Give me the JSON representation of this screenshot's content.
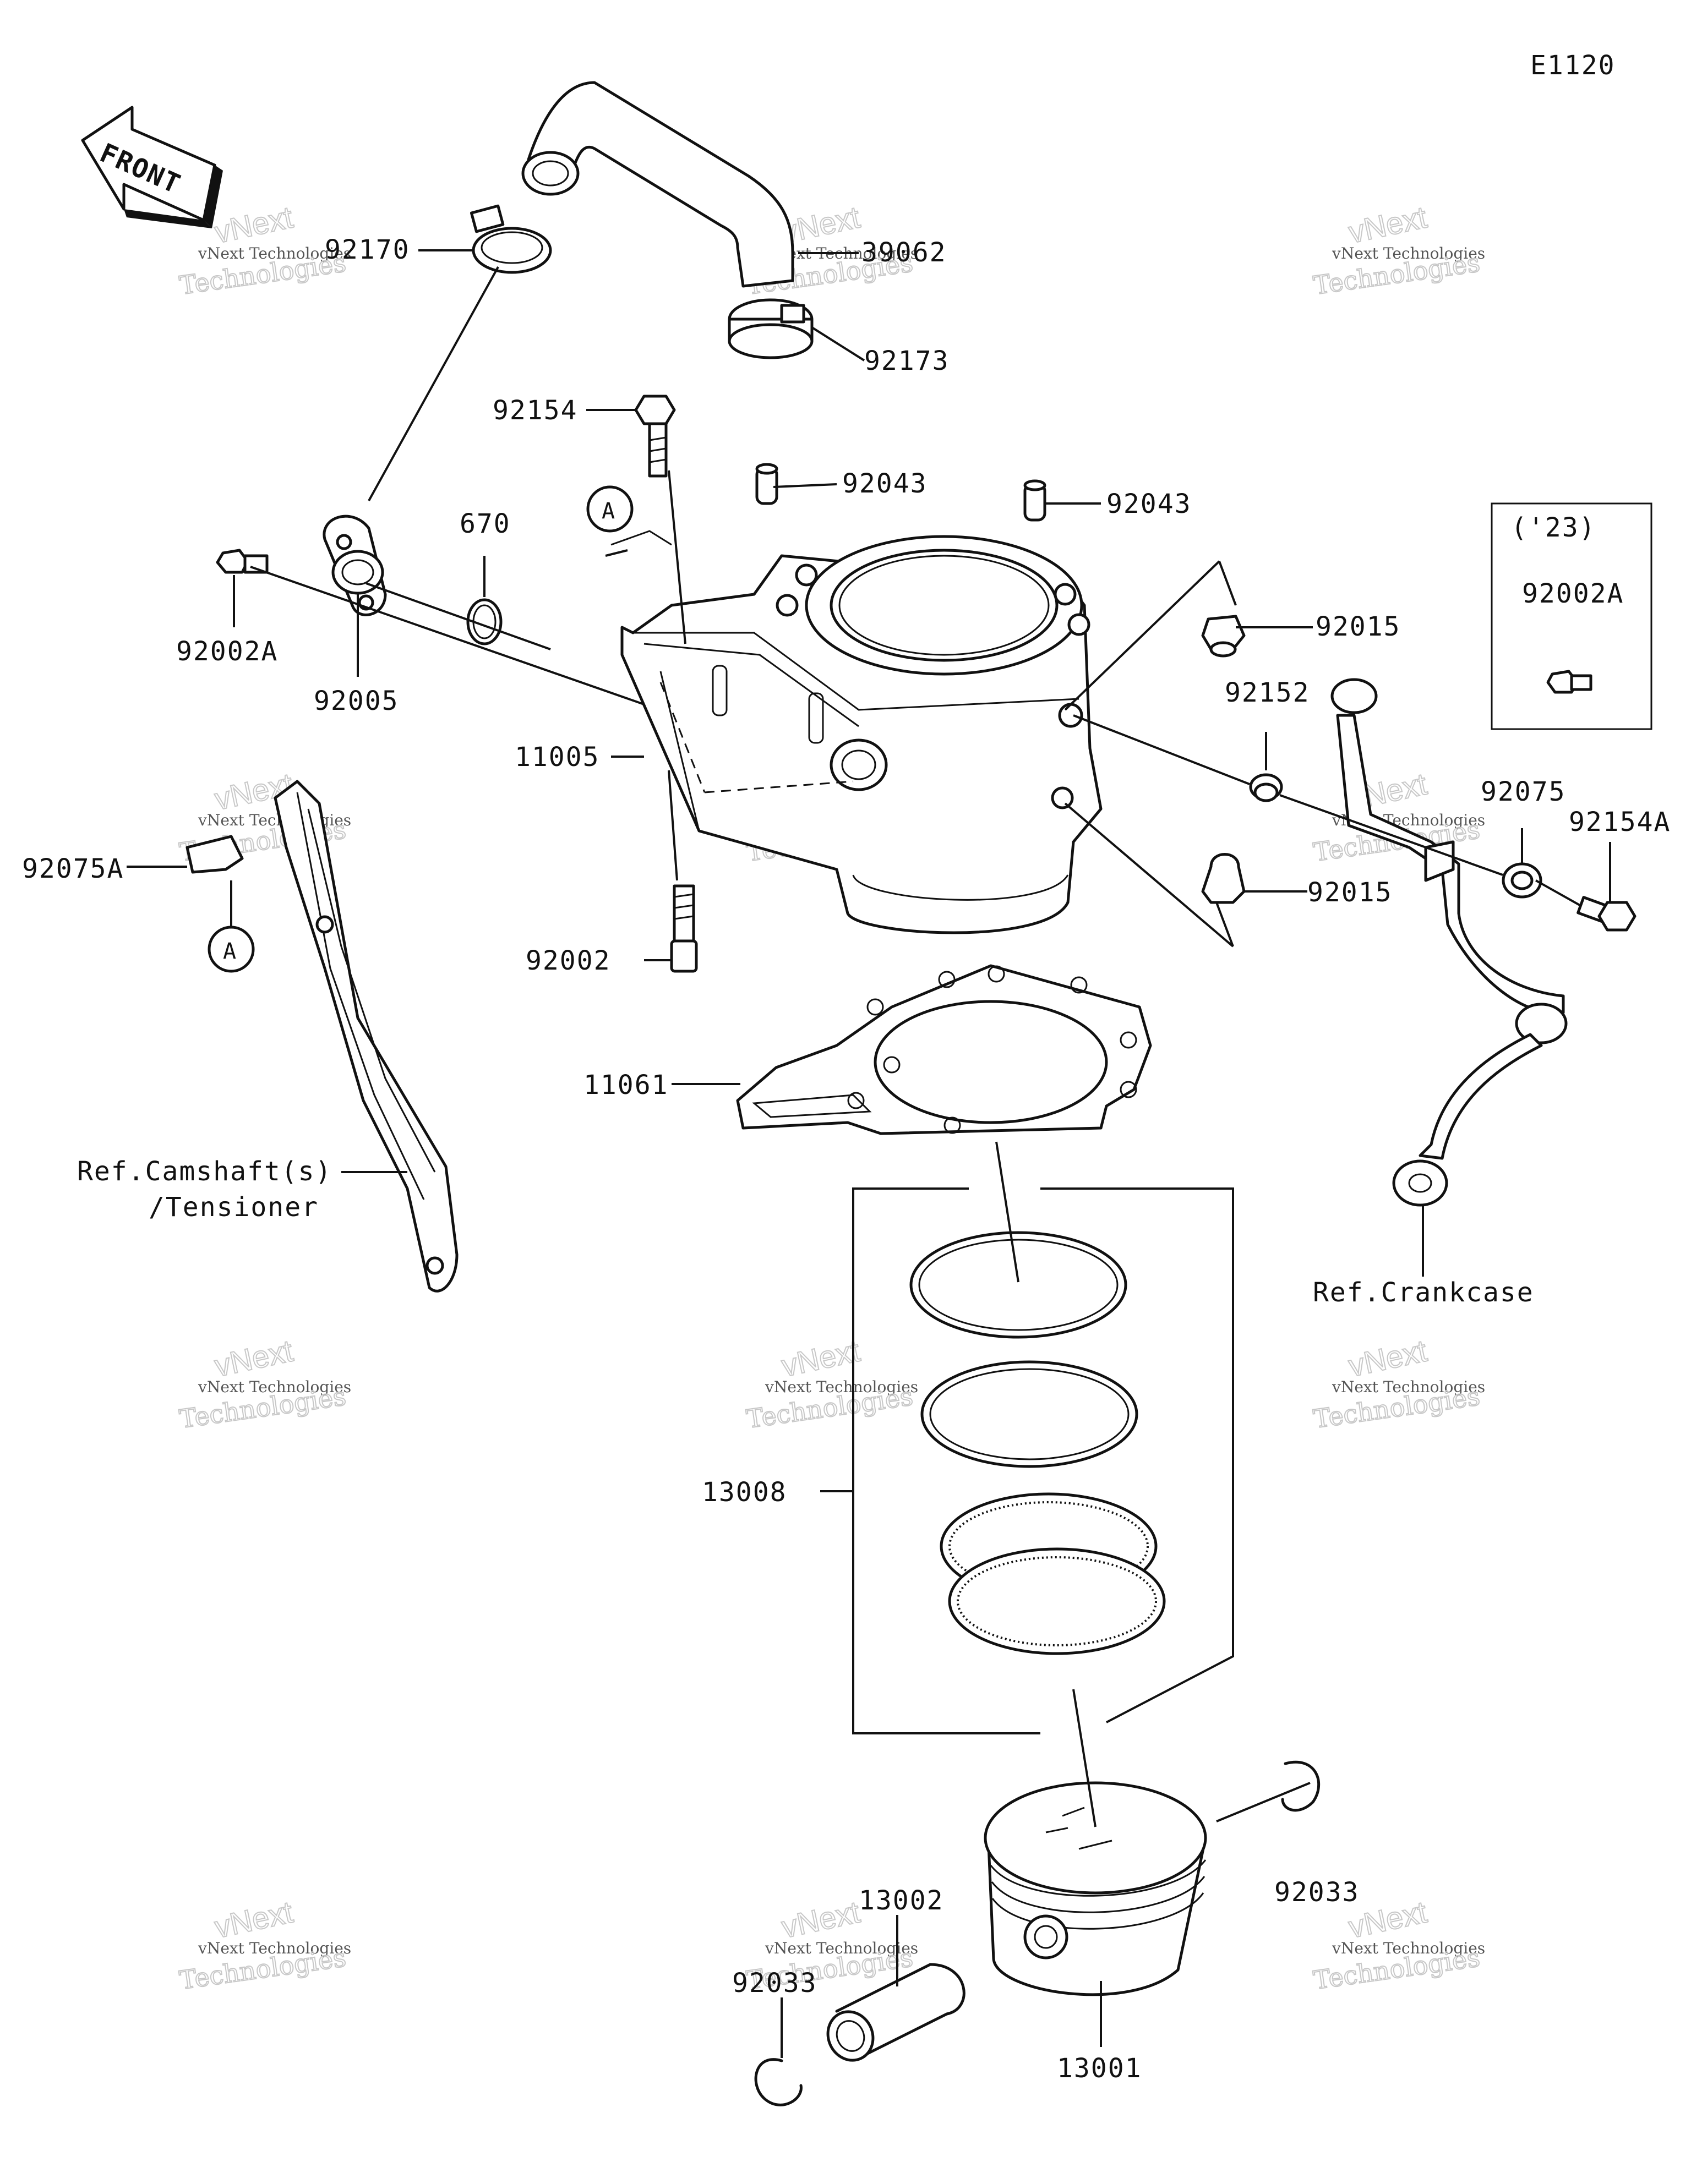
{
  "diagram_code": "E1120",
  "front_arrow": "FRONT",
  "callout_A": "A",
  "model_year_box": {
    "year": "('23)",
    "part": "92002A"
  },
  "parts": {
    "p92170": "92170",
    "p39062": "39062",
    "p92173": "92173",
    "p92154": "92154",
    "p92043a": "92043",
    "p92043b": "92043",
    "p670": "670",
    "p92002A": "92002A",
    "p92005": "92005",
    "p92015a": "92015",
    "p92015b": "92015",
    "p92152": "92152",
    "p92075": "92075",
    "p92154A": "92154A",
    "p11005": "11005",
    "p92075A": "92075A",
    "p92002": "92002",
    "p11061": "11061",
    "p13008": "13008",
    "p92033a": "92033",
    "p92033b": "92033",
    "p13002": "13002",
    "p13001": "13001"
  },
  "refs": {
    "camshaft_line1": "Ref.Camshaft(s)",
    "camshaft_line2": "/Tensioner",
    "crankcase": "Ref.Crankcase"
  },
  "watermark": {
    "line1": "vNext Technologies",
    "line2": "vNext",
    "line3": "Technologies"
  }
}
